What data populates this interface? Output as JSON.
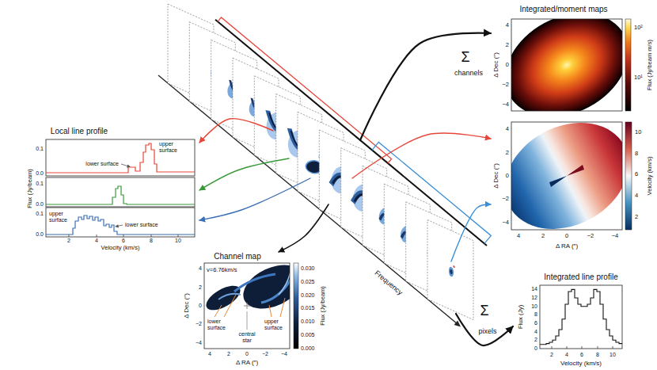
{
  "diagram": {
    "nodes": [
      {
        "text": [
          "Frequency"
        ]
      },
      {
        "text": [
          "Integrated/moment maps",
          "Δ Dec (″)",
          "4",
          "2",
          "0",
          "−2",
          "−4",
          "10²",
          "10¹",
          "Flux (Jy/beam m/s)",
          "Δ Dec (″)",
          "4",
          "2",
          "0",
          "−2",
          "−4",
          "10",
          "8",
          "6",
          "4",
          "2",
          "Velocity (km/s)",
          "4",
          "2",
          "0",
          "−2",
          "−4",
          "Δ RA (″)"
        ]
      },
      {
        "text": [
          "Local line profile",
          "lower surface",
          "upper surface",
          "0.1",
          "0.0",
          "0.1",
          "0.0",
          "0.1",
          "0.0",
          "upper surface",
          "lower surface",
          "Flux (Jy/beam)",
          "2",
          "4",
          "6",
          "8",
          "10",
          "Velocity (km/s)"
        ]
      },
      {
        "text": [
          "Channel map",
          "v=6.76km/s",
          "lower surface",
          "central star",
          "upper surface",
          "Δ Dec (″)",
          "4",
          "2",
          "0",
          "−2",
          "−4",
          "4",
          "2",
          "0",
          "−2",
          "−4",
          "Δ RA (″)",
          "0.030",
          "0.025",
          "0.020",
          "0.015",
          "0.010",
          "0.005",
          "0.000",
          "Flux (Jy/beam)"
        ]
      },
      {
        "text": [
          "Integrated line profile",
          "Flux (Jy)",
          "14",
          "12",
          "10",
          "8",
          "6",
          "4",
          "2",
          "0",
          "2",
          "4",
          "6",
          "8",
          "10",
          "Velocity (km/s)"
        ]
      }
    ],
    "edges": [
      {
        "from": 0,
        "to": 1,
        "arrow": "to"
      },
      {
        "from": 0,
        "to": 1,
        "arrow": "to"
      },
      {
        "from": 0,
        "to": 1,
        "arrow": "to"
      },
      {
        "from": 0,
        "to": 4,
        "arrow": "to"
      },
      {
        "from": 0,
        "to": 3,
        "arrow": "to"
      },
      {
        "from": 0,
        "to": 2,
        "arrow": "to"
      },
      {
        "from": 0,
        "to": 2,
        "arrow": "to"
      },
      {
        "from": 0,
        "to": 2,
        "arrow": "to"
      }
    ],
    "labels": [
      "Σ",
      "channels",
      "Σ",
      "pixels"
    ]
  }
}
